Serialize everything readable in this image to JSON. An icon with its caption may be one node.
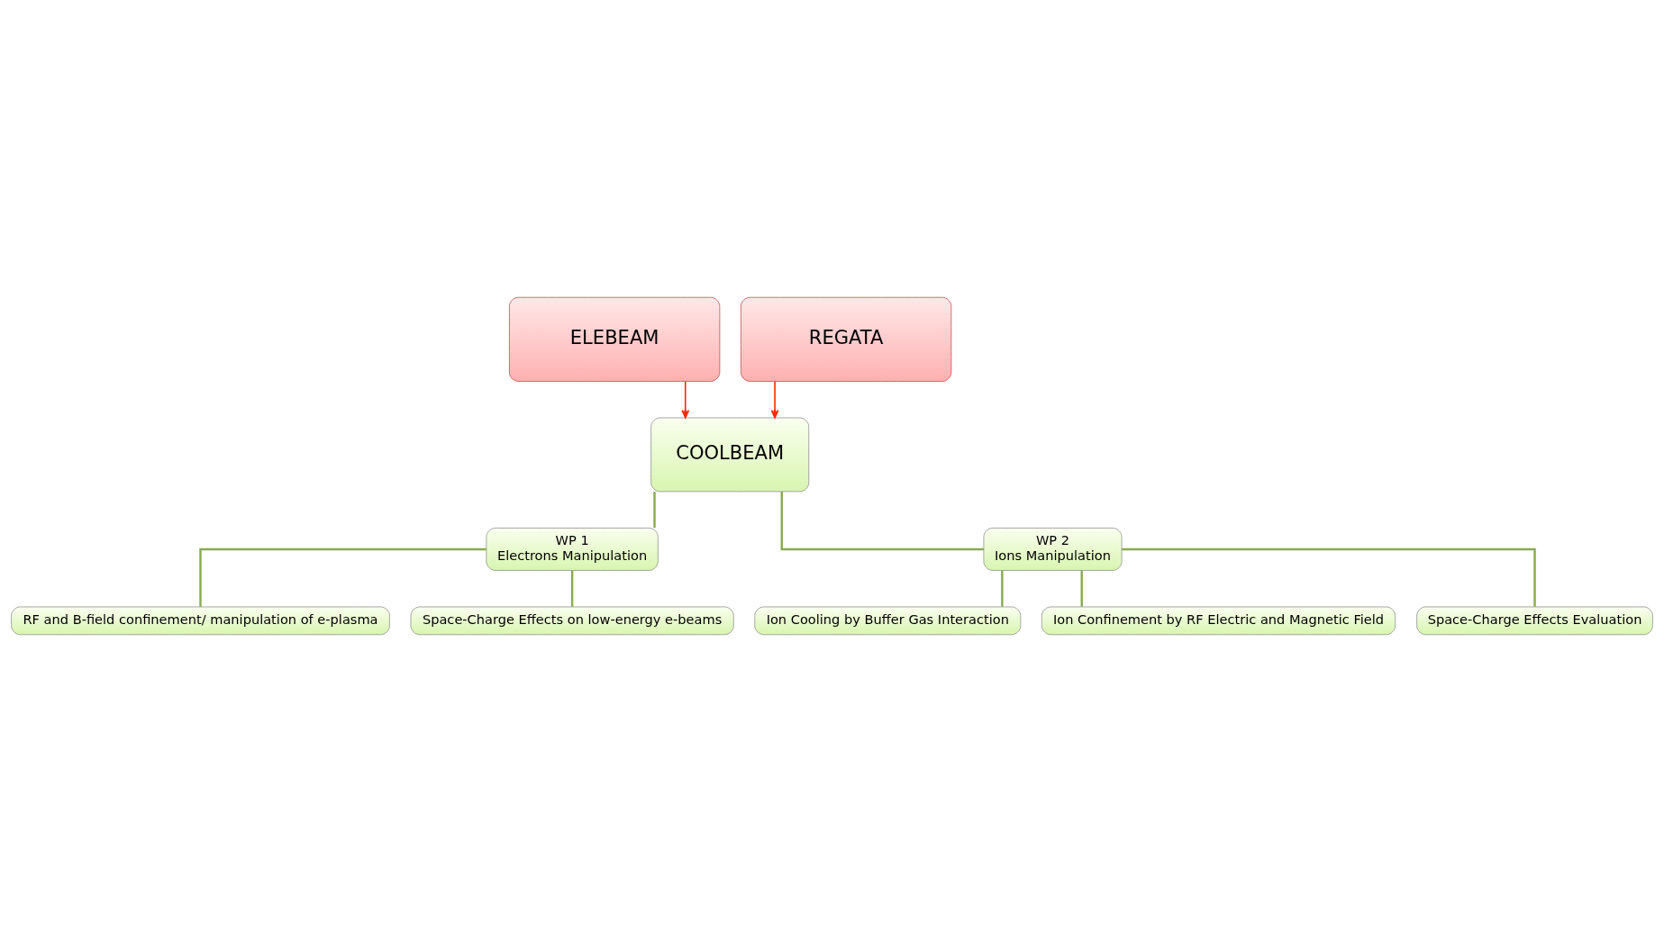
{
  "diagram": {
    "nodes": [
      {
        "text": [
          "ELEBEAM"
        ]
      },
      {
        "text": [
          "REGATA"
        ]
      },
      {
        "text": [
          "COOLBEAM"
        ]
      },
      {
        "text": [
          "WP 1",
          "Electrons Manipulation"
        ]
      },
      {
        "text": [
          "WP 2",
          "Ions Manipulation"
        ]
      },
      {
        "text": [
          "RF and B-field confinement/ manipulation of e-plasma"
        ]
      },
      {
        "text": [
          "Space-Charge Effects on low-energy e-beams"
        ]
      },
      {
        "text": [
          "Ion Cooling by Buffer Gas Interaction"
        ]
      },
      {
        "text": [
          "Ion Confinement by RF Electric and Magnetic Field"
        ]
      },
      {
        "text": [
          "Space-Charge Effects Evaluation"
        ]
      }
    ],
    "edges": [
      {
        "from": 0,
        "to": 2,
        "arrow": "to",
        "color": "#ff2a00"
      },
      {
        "from": 1,
        "to": 2,
        "arrow": "to",
        "color": "#ff2a00"
      },
      {
        "from": 2,
        "to": 3,
        "arrow": "none"
      },
      {
        "from": 2,
        "to": 4,
        "arrow": "none"
      },
      {
        "from": 3,
        "to": 5,
        "arrow": "none"
      },
      {
        "from": 3,
        "to": 6,
        "arrow": "none"
      },
      {
        "from": 4,
        "to": 7,
        "arrow": "none"
      },
      {
        "from": 4,
        "to": 8,
        "arrow": "none"
      },
      {
        "from": 4,
        "to": 9,
        "arrow": "none"
      }
    ]
  }
}
